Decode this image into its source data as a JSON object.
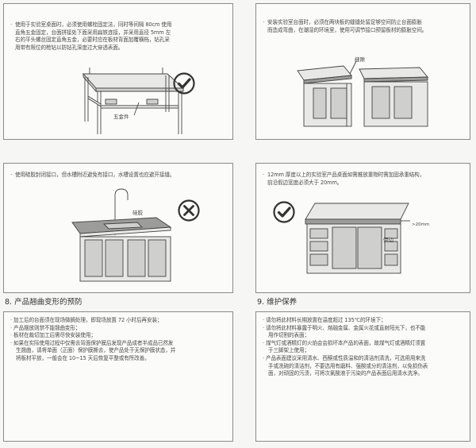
{
  "panel1": {
    "text": [
      "使用于实验室桌面时，必须使用螺栓固定法，同时等间隔 80cm 使用",
      "直角五金固定，台面拼接处下面采用扁铁连接，并采用直径 5mm 左",
      "右的平头螺丝固定直角五金，必要时应在板材背面加覆横档，钻孔采",
      "用带有限位的枪钻以防钻孔深度过大穿透表面。"
    ],
    "label": "五金件"
  },
  "panel2": {
    "text": [
      "安装实验室台面时，必须在两块板的缝缝处留足够空间防止台面膨胀",
      "而造成弯曲，在潮湿的环境里，使用可调节接口预留板材的膨胀空间。"
    ],
    "label": "缝隙"
  },
  "panel3": {
    "text": [
      "使用硅胶封闭接口，但水槽附近避免有接口，水槽设置也应避开接缝。"
    ],
    "label": "硅胶"
  },
  "panel4": {
    "text": [
      "12mm 厚度以上的实验室产品桌面如需推放重物时需加固承重结构，",
      "前沿假边宽度必须大于 20mm。"
    ],
    "label": "假边",
    "dim": ">20mm"
  },
  "section8": {
    "title": "8. 产品翘曲变形的预防",
    "items": [
      "加工后的台面须在现场微搁处理，即现场放置 72 小时后再安装；",
      "产品摆放则禁不能翘曲变形；",
      "板材在裁切加工后需尽快安装使用；",
      "如果在实际使用过程中仅需去背面保护膜后发现产品成者半成品已然发",
      "生翘曲，请将单面（正面）保护膜撕去，使产品处于无保护膜状态，并",
      "将板材平放，一般会在 10~15 天后恢复平整或有所改善。"
    ]
  },
  "section9": {
    "title": "9. 维护保养",
    "items": [
      "请勿将此材料长期放置在温度超过 135℃的环境下；",
      "请勿将此材料暴露于明火、熔融金属、金属火花或直射阳光下，也不能",
      "用作切割的表面；",
      "煤气灯或酒精灯的火焰会会损坏本产品的表面，故煤气灯或酒精灯须置",
      "于三脚架上使用；",
      "产品表面建议采用清水、西酮或性质温和的清洁剂清洗，可选用用来洗",
      "手或洗碗的清洁剂，不要选用有磨料、强酸或分的清洁剂，以免损伤表",
      "面，对顽固的污渍，可将次氯酸液于污染的产品表面后用清水洗净。"
    ]
  }
}
